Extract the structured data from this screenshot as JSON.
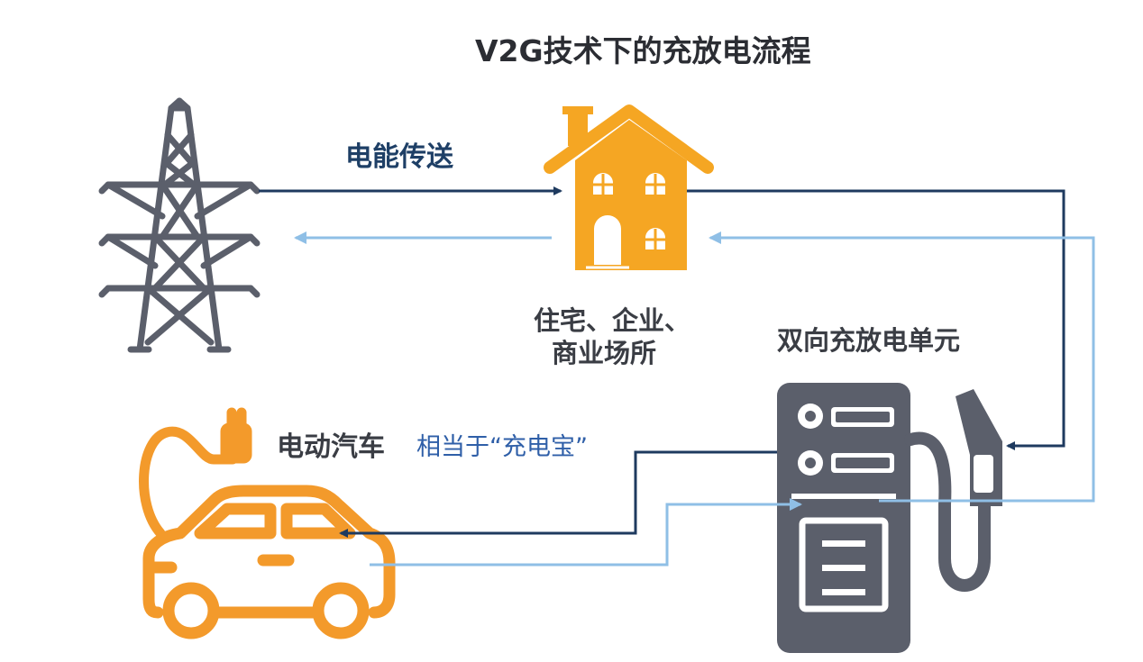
{
  "title": "V2G技术下的充放电流程",
  "labels": {
    "energy_transfer": "电能传送",
    "homes_line1": "住宅、企业、",
    "homes_line2": "商业场所",
    "bidirectional_unit": "双向充放电单元",
    "ev": "电动汽车",
    "ev_note": "相当于“充电宝”"
  },
  "colors": {
    "dark_arrow": "#1e3a5f",
    "light_arrow": "#8fbfe6",
    "icon_gray": "#5b5f6b",
    "icon_orange": "#f5a623",
    "car_orange": "#f39a2b",
    "text_dark": "#3a3d44",
    "accent_blue": "#2f5fa8"
  },
  "icons": [
    "transmission-tower-icon",
    "house-icon",
    "charging-station-icon",
    "electric-car-icon",
    "plug-icon"
  ]
}
